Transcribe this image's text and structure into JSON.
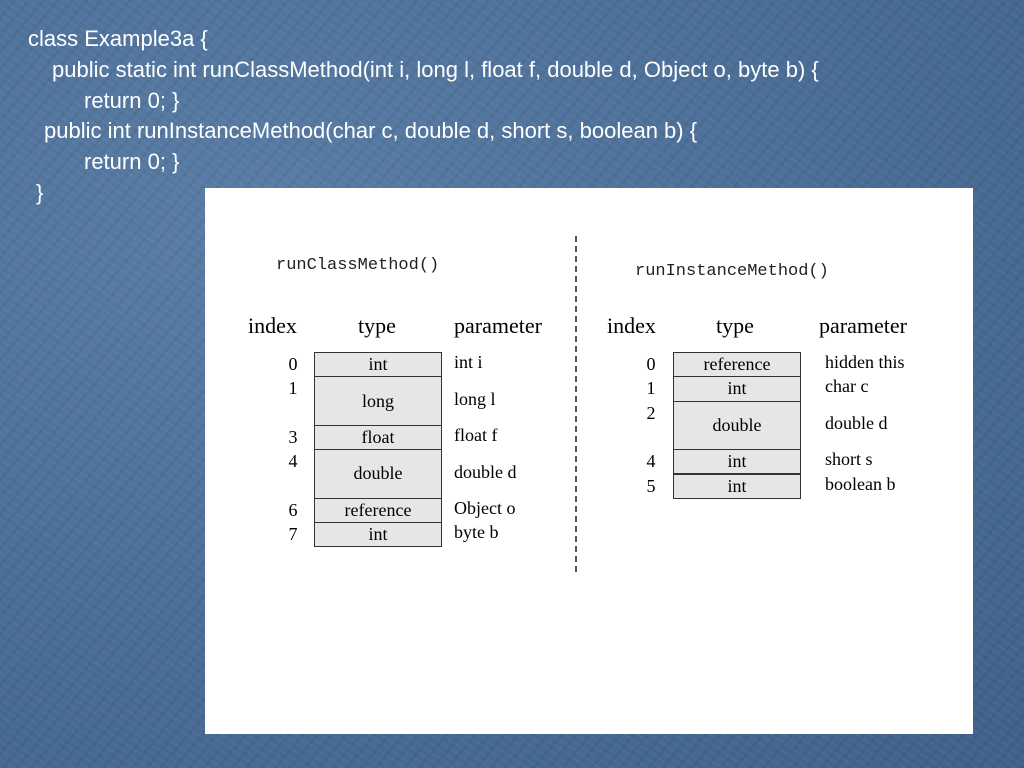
{
  "code": {
    "lines": [
      "class Example3a {",
      "public static int runClassMethod(int i, long l, float f, double d, Object o, byte b) {",
      "return 0; }",
      "public int runInstanceMethod(char c, double d, short s, boolean b) {",
      "return 0; }",
      "}"
    ]
  },
  "diagram": {
    "left": {
      "title": "runClassMethod()",
      "headers": {
        "index": "index",
        "type": "type",
        "parameter": "parameter"
      },
      "rows": [
        {
          "index": "0",
          "type": "int",
          "parameter": "int i",
          "slots": 1
        },
        {
          "index": "1",
          "type": "long",
          "parameter": "long l",
          "slots": 2
        },
        {
          "index": "3",
          "type": "float",
          "parameter": "float f",
          "slots": 1
        },
        {
          "index": "4",
          "type": "double",
          "parameter": "double d",
          "slots": 2
        },
        {
          "index": "6",
          "type": "reference",
          "parameter": "Object o",
          "slots": 1
        },
        {
          "index": "7",
          "type": "int",
          "parameter": "byte b",
          "slots": 1
        }
      ]
    },
    "right": {
      "title": "runInstanceMethod()",
      "headers": {
        "index": "index",
        "type": "type",
        "parameter": "parameter"
      },
      "rows": [
        {
          "index": "0",
          "type": "reference",
          "parameter": "hidden this",
          "slots": 1
        },
        {
          "index": "1",
          "type": "int",
          "parameter": "char c",
          "slots": 1
        },
        {
          "index": "2",
          "type": "double",
          "parameter": "double d",
          "slots": 2
        },
        {
          "index": "4",
          "type": "int",
          "parameter": "short s",
          "slots": 1
        },
        {
          "index": "5",
          "type": "int",
          "parameter": "boolean b",
          "slots": 1
        }
      ]
    }
  }
}
